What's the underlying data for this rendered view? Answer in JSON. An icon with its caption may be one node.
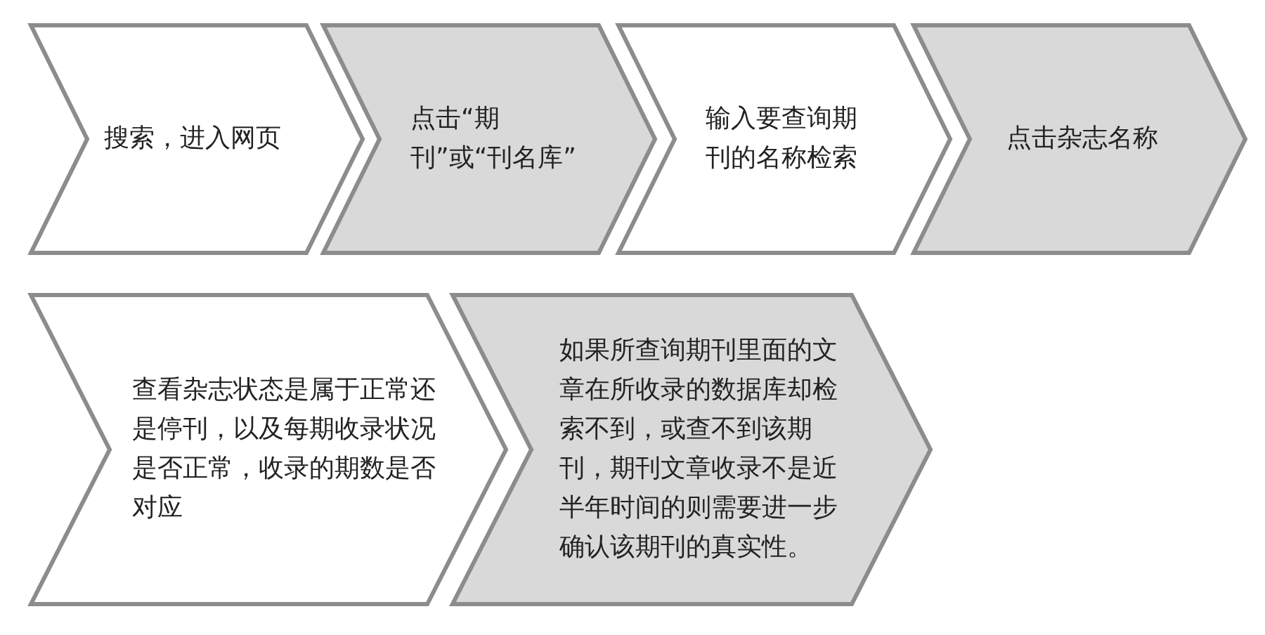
{
  "diagram": {
    "nodes": [
      {
        "text": [
          "搜索，进入网页"
        ]
      },
      {
        "text": [
          "点击“期刊”或“刊名库”"
        ]
      },
      {
        "text": [
          "输入要查询期刊的名称检索"
        ]
      },
      {
        "text": [
          "点击杂志名称"
        ]
      },
      {
        "text": [
          "查看杂志状态是属于正常还是停刊，以及每期收录状况是否正常，收录的期数是否对应"
        ]
      },
      {
        "text": [
          "如果所查询期刊里面的文章在所收录的数据库却检索不到，或查不到该期刊，期刊文章收录不是近半年时间的则需要进一步确认该期刊的真实性。"
        ]
      }
    ]
  }
}
